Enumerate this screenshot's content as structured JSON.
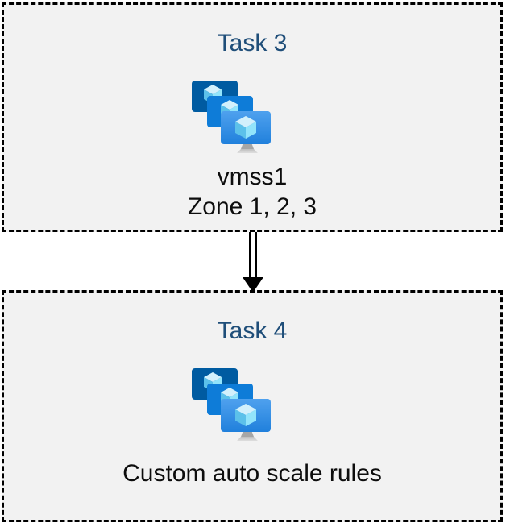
{
  "page": {
    "background": "#ffffff"
  },
  "colors": {
    "box_fill": "#f2f2f2",
    "box_border": "#000000",
    "title_text": "#1f4e79",
    "body_text": "#0d0d0d",
    "arrow": "#000000",
    "icon_screen_back": "#005ba1",
    "icon_screen_middle": "#0e7cd8",
    "icon_screen_front_top": "#4fa1ee",
    "icon_screen_front_bottom": "#2080dc",
    "icon_cube_top": "#d2f0fc",
    "icon_cube_left": "#5cc1ea",
    "icon_cube_right": "#92e4fb",
    "icon_stand_neck": "#a6a6a6",
    "icon_stand_base": "#d2d2d2"
  },
  "task3": {
    "title": "Task 3",
    "icon": "vm-scale-sets-icon",
    "label_line1": "vmss1",
    "label_line2": "Zone 1, 2, 3"
  },
  "task4": {
    "title": "Task 4",
    "icon": "vm-scale-sets-icon",
    "label": "Custom auto scale rules"
  },
  "connector": {
    "type": "double-line-arrow",
    "direction": "down"
  }
}
